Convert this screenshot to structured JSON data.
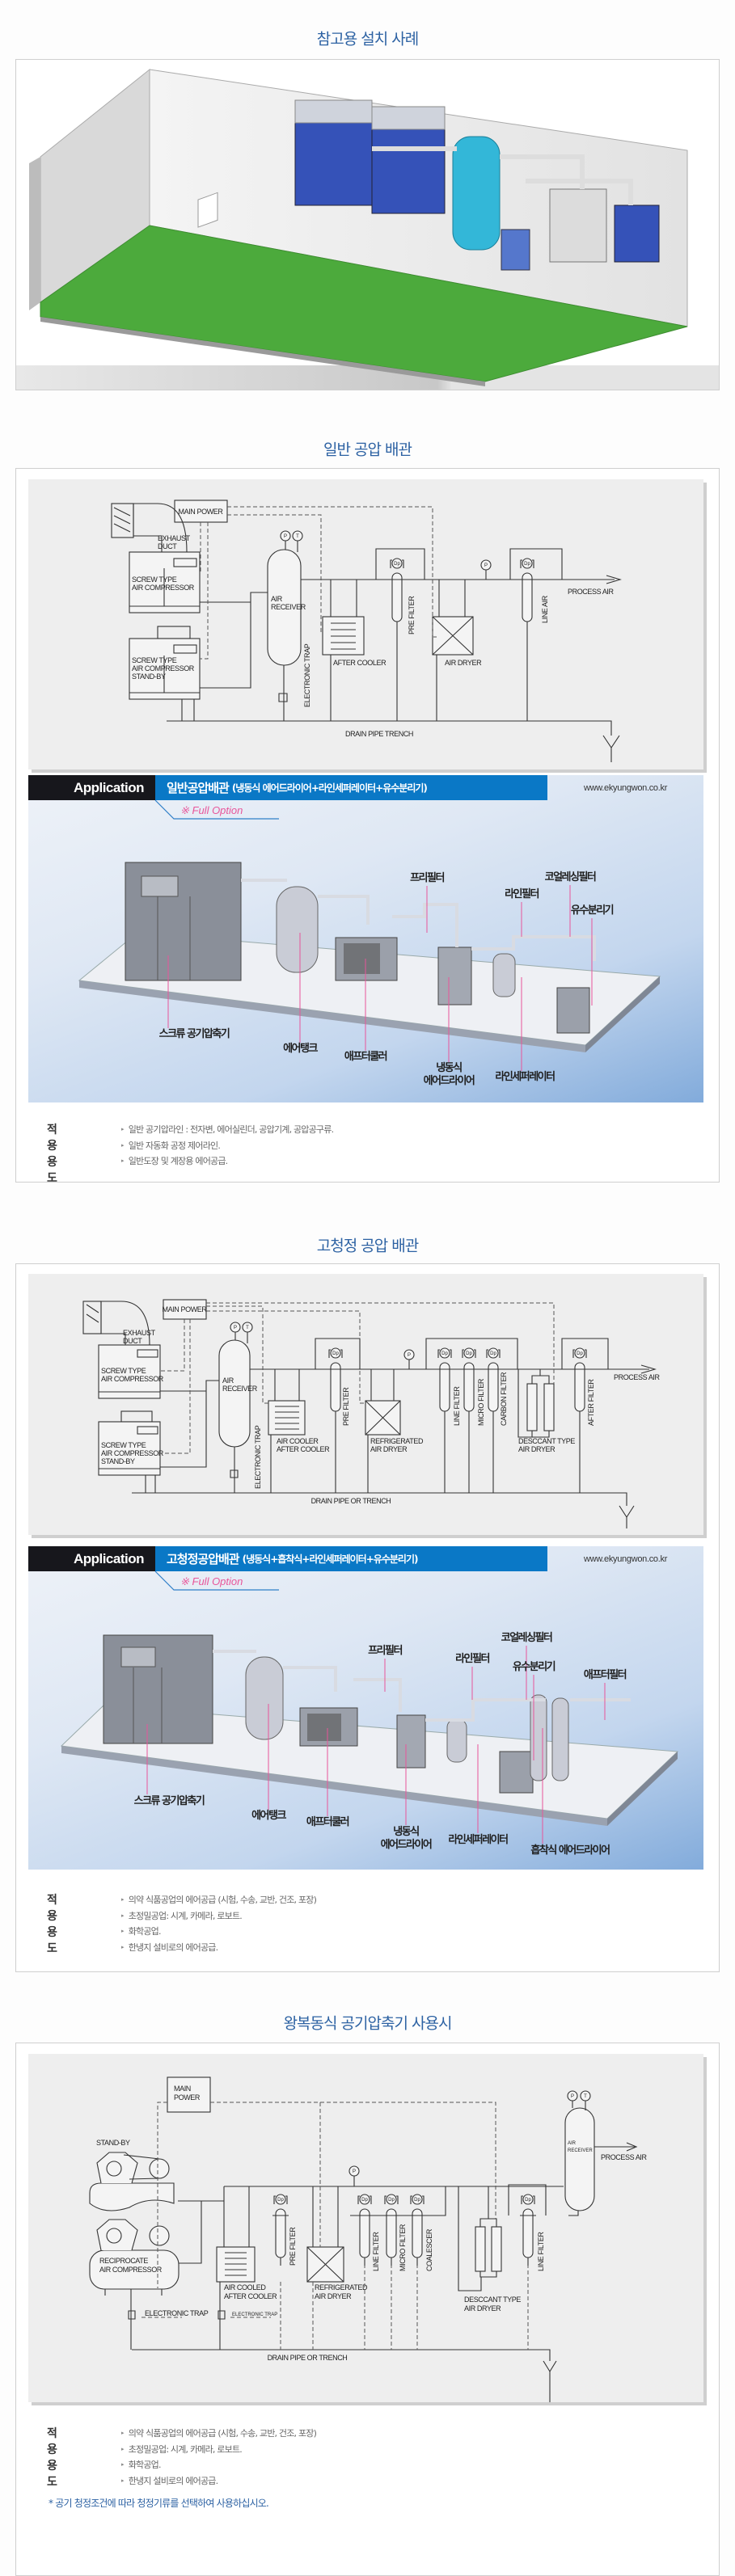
{
  "installation": {
    "title": "참고용 설치 사례"
  },
  "general": {
    "title": "일반 공압 배관",
    "diagram": {
      "main_power": "MAIN POWER",
      "exhaust": "EXHAUST",
      "duct": "DUCT",
      "screw_type": "SCREW TYPE",
      "air_compressor": "AIR COMPRESSOR",
      "stand_by": "STAND-BY",
      "air": "AIR",
      "receiver": "RECEIVER",
      "electronic_trap": "ELECTRONIC TRAP",
      "after_cooler": "AFTER COOLER",
      "pre_filter": "PRE FILTER",
      "air_dryer": "AIR DRYER",
      "line_air": "LINE AIR",
      "process_air": "PROCESS AIR",
      "drain": "DRAIN PIPE TRENCH",
      "gauge_p": "P",
      "gauge_t": "T",
      "dp": "Dp"
    },
    "application": {
      "tag": "Application",
      "title": "일반공압배관",
      "subtitle": "(냉동식 에어드라이어+라인세퍼레이터+유수분리기)",
      "url": "www.ekyungwon.co.kr",
      "option": "※ Full Option",
      "labels": {
        "compressor": "스크류 공기압축기",
        "tank": "에어탱크",
        "after_cooler": "애프터쿨러",
        "dryer_1": "냉동식",
        "dryer_2": "에어드라이어",
        "line_separator": "라인세퍼레이터",
        "pre_filter": "프리필터",
        "coalescing_filter": "코얼레싱필터",
        "line_filter": "라인필터",
        "oil_separator": "유수분리기"
      }
    },
    "usage": {
      "label": "적용용도",
      "items": [
        "일반 공기압라인 : 전자변, 에어실린더, 공압기계, 공압공구류.",
        "일반 자동화 공정 제어라인.",
        "일반도장 및 계장용 에어공급."
      ]
    }
  },
  "high_purity": {
    "title": "고청정 공압 배관",
    "diagram": {
      "main_power": "MAIN POWER",
      "exhaust": "EXHAUST",
      "duct": "DUCT",
      "screw_type": "SCREW TYPE",
      "air_compressor": "AIR COMPRESSOR",
      "stand_by": "STAND-BY",
      "air": "AIR",
      "receiver": "RECEIVER",
      "electronic_trap": "ELECTRONIC TRAP",
      "air_cooler": "AIR COOLER",
      "after_cooler": "AFTER COOLER",
      "pre_filter": "PRE FILTER",
      "refrigerated": "REFRIGERATED",
      "air_dryer": "AIR DRYER",
      "line_filter": "LINE FILTER",
      "micro_filter": "MICRO FILTER",
      "carbon_filter": "CARBON FILTER",
      "desiccant_type": "DESCCANT TYPE",
      "desiccant_dryer": "AIR DRYER",
      "after_filter": "AFTER FILTER",
      "process_air": "PROCESS AIR",
      "drain": "DRAIN PIPE OR TRENCH",
      "gauge_p": "P",
      "gauge_t": "T",
      "dp": "Dp"
    },
    "application": {
      "tag": "Application",
      "title": "고청정공압배관",
      "subtitle": "(냉동식+흡착식+라인세퍼레이터+유수분리기)",
      "url": "www.ekyungwon.co.kr",
      "option": "※ Full Option",
      "labels": {
        "compressor": "스크류 공기압축기",
        "tank": "에어탱크",
        "after_cooler": "애프터쿨러",
        "dryer_1": "냉동식",
        "dryer_2": "에어드라이어",
        "line_separator": "라인세퍼레이터",
        "desiccant_dryer": "흡착식 에어드라이어",
        "pre_filter": "프리필터",
        "line_filter": "라인필터",
        "coalescing_filter": "코얼레싱필터",
        "oil_separator": "유수분리기",
        "after_filter": "애프터필터"
      }
    },
    "usage": {
      "label": "적용용도",
      "items": [
        "의약 식품공업의 에어공급 (시험, 수송, 교반, 건조, 포장)",
        "초정밀공업: 시계, 카메라, 로보트.",
        "화학공업.",
        "한냉지 설비로의 에어공급."
      ]
    }
  },
  "reciprocating": {
    "title": "왕복동식 공기압축기 사용시",
    "diagram": {
      "main": "MAIN",
      "power": "POWER",
      "stand_by": "STAND-BY",
      "reciprocate": "RECIPROCATE",
      "air_compressor": "AIR COMPRESSOR",
      "electronic_trap": "ELECTRONIC TRAP",
      "electronic_trap_2": "ELECTRONIC TRAP",
      "air_cooled": "AIR COOLED",
      "after_cooler": "AFTER COOLER",
      "pre_filter": "PRE FILTER",
      "refrigerated": "REFRIGERATED",
      "air_dryer": "AIR DRYER",
      "line_filter": "LINE FILTER",
      "micro_filter": "MICRO FILTER",
      "coalescer": "COALESCER",
      "desiccant_type": "DESCCANT TYPE",
      "desiccant_dryer": "AIR DRYER",
      "line_filter_2": "LINE FILTER",
      "air": "AIR",
      "receiver": "RECEIVER",
      "process_air": "PROCESS AIR",
      "drain": "DRAIN PIPE OR TRENCH",
      "gauge_p": "P",
      "gauge_t": "T",
      "dp": "Dp"
    },
    "usage": {
      "label": "적용용도",
      "items": [
        "의약 식품공업의 에어공급 (시험, 수송, 교반, 건조, 포장)",
        "초정밀공업: 시계, 카메라, 로보트.",
        "화학공업.",
        "한냉지 설비로의 에어공급."
      ]
    },
    "note": "* 공기 청정조건에 따라 청정기류를 선택하여 사용하십시오."
  },
  "colors": {
    "title": "#2d62a3",
    "app_blue": "#0a78c6",
    "label_pink": "#e8559a",
    "floor_green": "#4caa3c"
  }
}
